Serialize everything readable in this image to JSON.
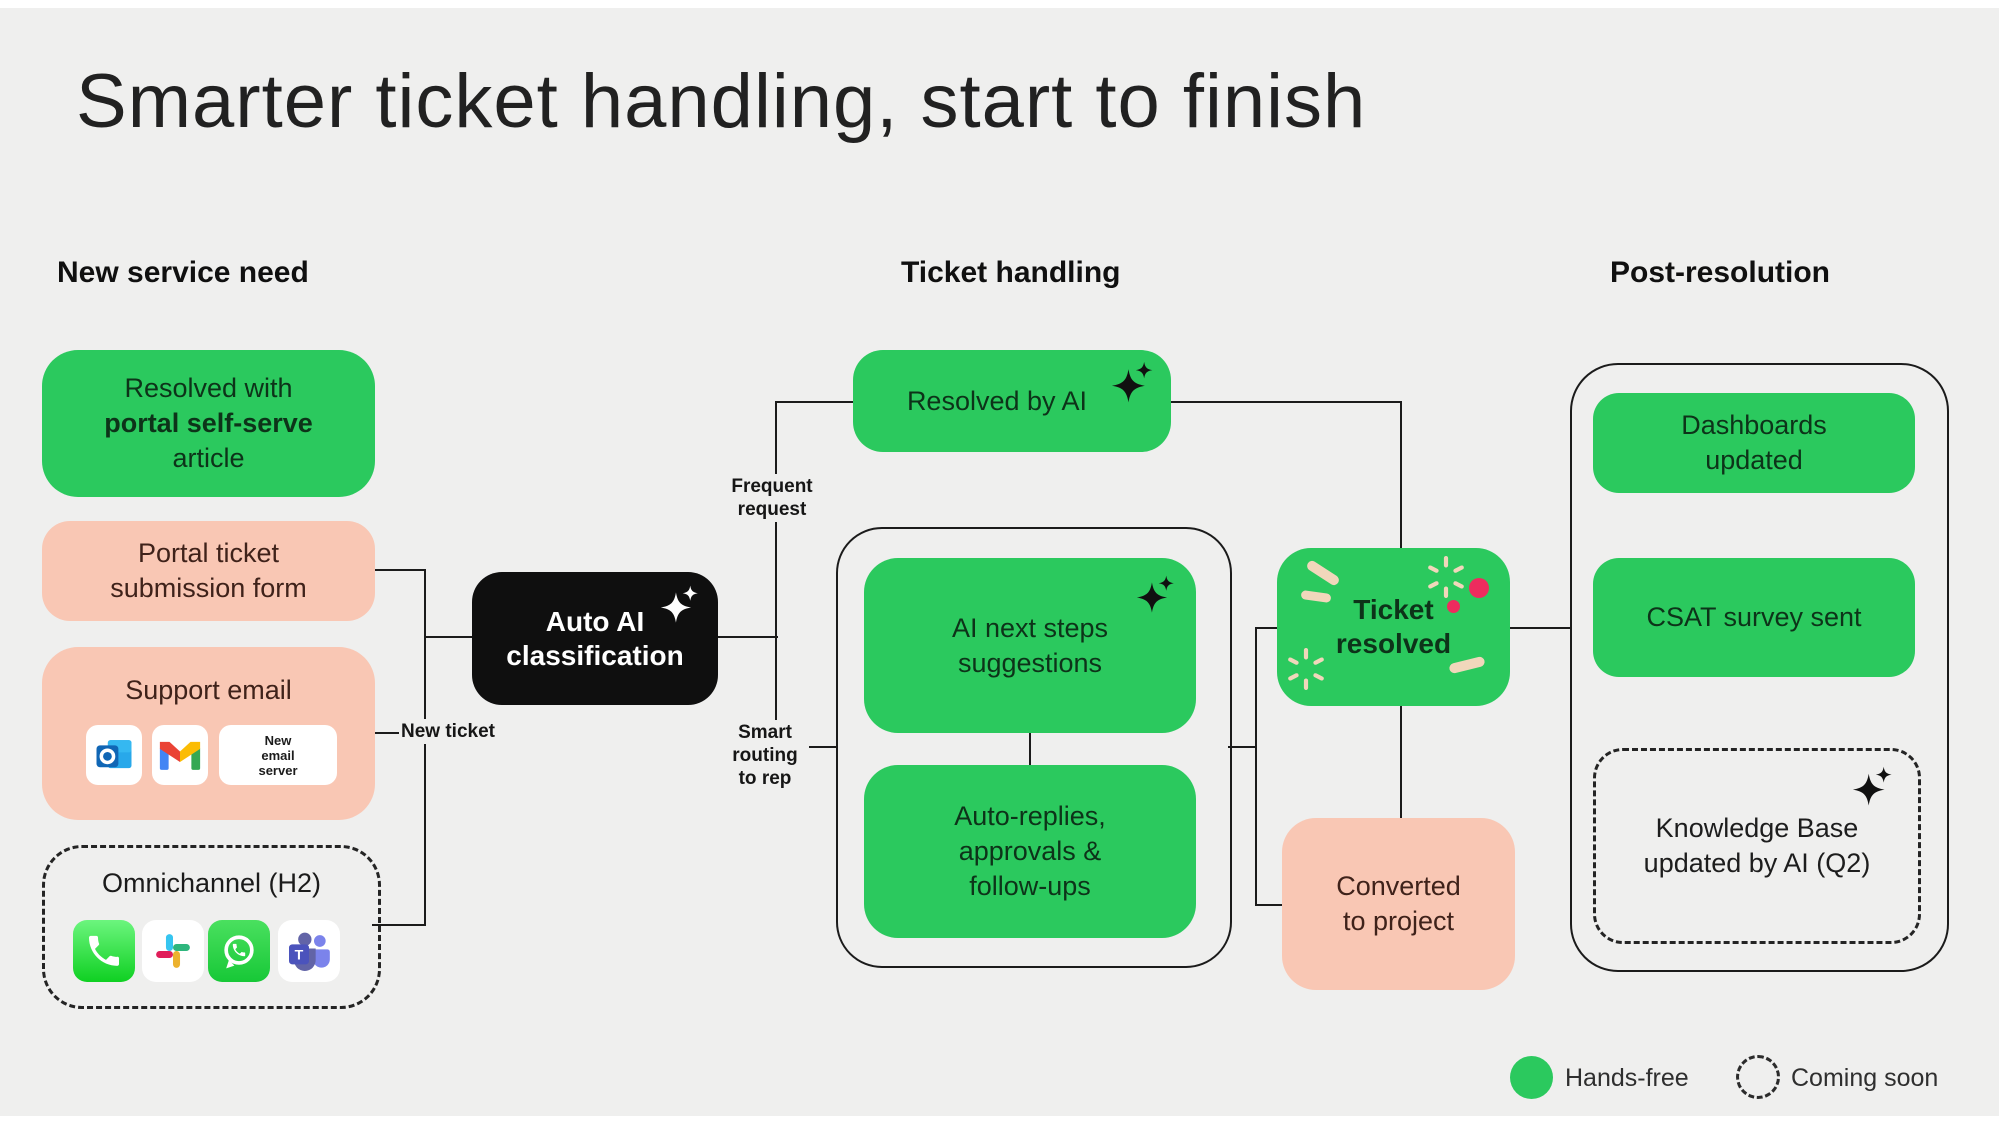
{
  "title": "Smarter ticket handling, start to finish",
  "columns": {
    "left": "New service need",
    "middle": "Ticket handling",
    "right": "Post-resolution"
  },
  "nodes": {
    "self_serve": {
      "lines": [
        "Resolved with",
        "portal self-serve",
        "article"
      ]
    },
    "portal_form": {
      "lines": [
        "Portal ticket",
        "submission form"
      ]
    },
    "support_email": {
      "title": "Support email",
      "server_tile": [
        "New",
        "email",
        "server"
      ],
      "icons": [
        "outlook-icon",
        "gmail-icon"
      ]
    },
    "omnichannel": {
      "title": "Omnichannel (H2)",
      "icons": [
        "phone-icon",
        "slack-icon",
        "whatsapp-icon",
        "teams-icon"
      ]
    },
    "auto_ai": {
      "lines": [
        "Auto AI",
        "classification"
      ],
      "icon": "sparkle-icon"
    },
    "resolved_by_ai": {
      "label": "Resolved by AI",
      "icon": "sparkle-icon"
    },
    "ai_next_steps": {
      "lines": [
        "AI next steps",
        "suggestions"
      ],
      "icon": "sparkle-icon"
    },
    "auto_replies": {
      "lines": [
        "Auto-replies,",
        "approvals &",
        "follow-ups"
      ]
    },
    "ticket_resolved": {
      "lines": [
        "Ticket",
        "resolved"
      ],
      "decor": [
        "confetti-starburst",
        "confetti-pills",
        "confetti-dots"
      ]
    },
    "converted": {
      "lines": [
        "Converted",
        "to project"
      ]
    },
    "dashboards": {
      "lines": [
        "Dashboards",
        "updated"
      ]
    },
    "csat": {
      "label": "CSAT survey sent"
    },
    "kb": {
      "lines": [
        "Knowledge Base",
        "updated by AI (Q2)"
      ],
      "icon": "sparkle-icon"
    }
  },
  "edge_labels": {
    "new_ticket": "New ticket",
    "frequent_request": "Frequent request",
    "smart_routing": "Smart routing to rep"
  },
  "legend": {
    "hands_free": "Hands-free",
    "coming_soon": "Coming soon"
  },
  "colors": {
    "background": "#efefee",
    "node_green": "#2bc95e",
    "node_peach": "#f9c7b4",
    "node_black": "#0f0f0f",
    "line": "#1b1b1b",
    "green_text": "#0d3319",
    "peach_text": "#3f221a",
    "confetti_pink": "#ee2b5e",
    "confetti_cream": "#f1d7bb"
  }
}
